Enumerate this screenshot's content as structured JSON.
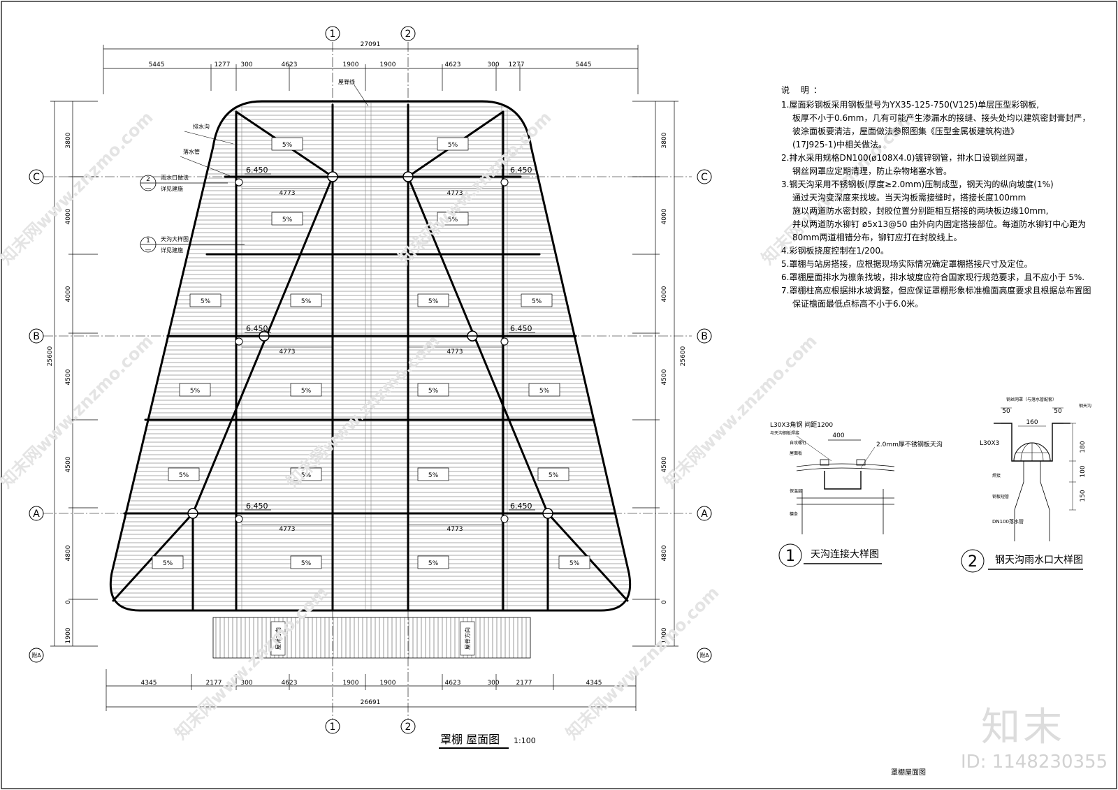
{
  "top_dims_total": "27091",
  "top_dims": [
    "5445",
    "1277",
    "300",
    "4623",
    "1900",
    "1900",
    "4623",
    "300",
    "1277",
    "5445"
  ],
  "bottom_dims_total": "26691",
  "bottom_dims": [
    "4345",
    "2177",
    "300",
    "4623",
    "1900",
    "1900",
    "4623",
    "300",
    "2177",
    "4345"
  ],
  "left_dims": [
    "3800",
    "4000",
    "4000",
    "4500",
    "4500",
    "4800",
    "0",
    "1900"
  ],
  "right_dims": [
    "3800",
    "4000",
    "4000",
    "4500",
    "4500",
    "4800",
    "0",
    "1900"
  ],
  "vertical_total": "25600",
  "grid_cols": [
    "1",
    "2"
  ],
  "grid_rows": [
    "C",
    "B",
    "A"
  ],
  "annex_axis": "附A",
  "ridge_label": "屋脊线",
  "gutter_label": "排水沟",
  "downpipe_label": "落水管",
  "callout_1": {
    "num": "2",
    "den": "—",
    "line1": "雨水口做法",
    "line2": "详见建施"
  },
  "callout_2": {
    "num": "1",
    "den": "—",
    "line1": "天沟大样图",
    "line2": "详见建施"
  },
  "elevation": "6.450",
  "bay_width": "4773",
  "slope": "5%",
  "annex_label": "屋脊方向",
  "drawing_title": "罩棚 屋面图",
  "drawing_scale": "1:100",
  "notes_head": "说  明：",
  "notes": [
    {
      "n": "1.",
      "lines": [
        "屋面彩钢板采用钢板型号为YX35-125-750(V125)单层压型彩钢板,",
        "板厚不小于0.6mm，几有可能产生渗漏水的接缝、接头处均以建筑密封膏封严，",
        "彼涂面板要清洁，屋面做法参照图集《压型金属板建筑构造》",
        "(17J925-1)中相关做法。"
      ]
    },
    {
      "n": "2.",
      "lines": [
        "排水采用规格DN100(ø108X4.0)镀锌钢管，排水口设钢丝网罩，",
        "钢丝网罩应定期清理，防止杂物堵塞水管。"
      ]
    },
    {
      "n": "3.",
      "lines": [
        "钢天沟采用不锈钢板(厚度≥2.0mm)压制成型，钢天沟的纵向坡度(1%)",
        "通过天沟变深度来找坡。当天沟板需接缝时，搭接长度100mm",
        "施以两道防水密封胶，封胶位置分别距相互搭接的两块板边缘10mm,",
        "并以两道防水铆钉 ø5x13@50 由外向内固定搭接部位。每道防水铆钉中心距为",
        "80mm两道相错分布，铆钉应打在封胶线上。"
      ]
    },
    {
      "n": "4.",
      "lines": [
        "彩钢板挠度控制在1/200。"
      ]
    },
    {
      "n": "5.",
      "lines": [
        "罩棚与站房搭接，应根据现场实际情况确定罩棚搭接尺寸及定位。"
      ]
    },
    {
      "n": "6.",
      "lines": [
        "罩棚屋面排水为檩条找坡，排水坡度应符合国家现行规范要求，且不应小于 5%."
      ]
    },
    {
      "n": "7.",
      "lines": [
        "罩棚柱高应根据排水坡调整，但应保证罩棚形象标准檐面高度要求且根据总布置图",
        "保证檐面最低点标高不小于6.0米。"
      ]
    }
  ],
  "detail1": {
    "num": "1",
    "title": "天沟连接大样图",
    "labels": [
      "L30X3角钢 间距1200",
      "与天沟钢板焊接",
      "自攻螺钉",
      "屋面板",
      "400",
      "2.0mm厚不锈钢板天沟",
      "保温层",
      "檩条"
    ]
  },
  "detail2": {
    "num": "2",
    "title": "钢天沟雨水口大样图",
    "labels": [
      "钢丝网罩（与落水管配套）",
      "钢天沟",
      "50",
      "50",
      "160",
      "L30X3",
      "180",
      "焊接",
      "100",
      "钢板短管",
      "150",
      "DN100落水管"
    ]
  },
  "sheet_name": "罩棚屋面图",
  "watermark_logo": "知末",
  "watermark_id": "ID: 1148230355",
  "watermark_text": "知末网www.znzmo.com"
}
